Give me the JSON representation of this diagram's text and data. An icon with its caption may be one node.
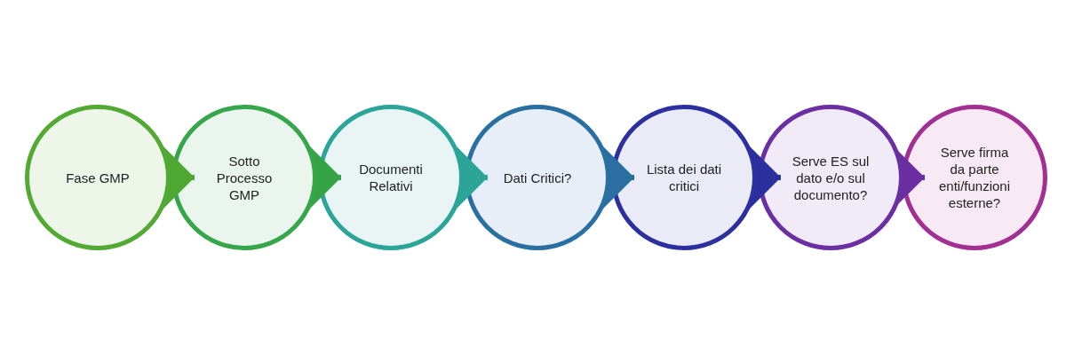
{
  "diagram": {
    "nodes": [
      {
        "text": [
          "Fase GMP"
        ]
      },
      {
        "text": [
          "Sotto Processo GMP"
        ]
      },
      {
        "text": [
          "Documenti Relativi"
        ]
      },
      {
        "text": [
          "Dati Critici?"
        ]
      },
      {
        "text": [
          "Lista dei dati critici"
        ]
      },
      {
        "text": [
          "Serve ES sul dato e/o sul documento?"
        ]
      },
      {
        "text": [
          "Serve firma da parte enti/funzioni esterne?"
        ]
      }
    ],
    "edges": [
      {
        "from": 0,
        "to": 1,
        "arrow": "to",
        "color": "#4ea832"
      },
      {
        "from": 1,
        "to": 2,
        "arrow": "to",
        "color": "#34a447"
      },
      {
        "from": 2,
        "to": 3,
        "arrow": "to",
        "color": "#2aa598"
      },
      {
        "from": 3,
        "to": 4,
        "arrow": "to",
        "color": "#2a6ea2"
      },
      {
        "from": 4,
        "to": 5,
        "arrow": "to",
        "color": "#2b2f9e"
      },
      {
        "from": 5,
        "to": 6,
        "arrow": "to",
        "color": "#6a2ea2"
      }
    ]
  }
}
